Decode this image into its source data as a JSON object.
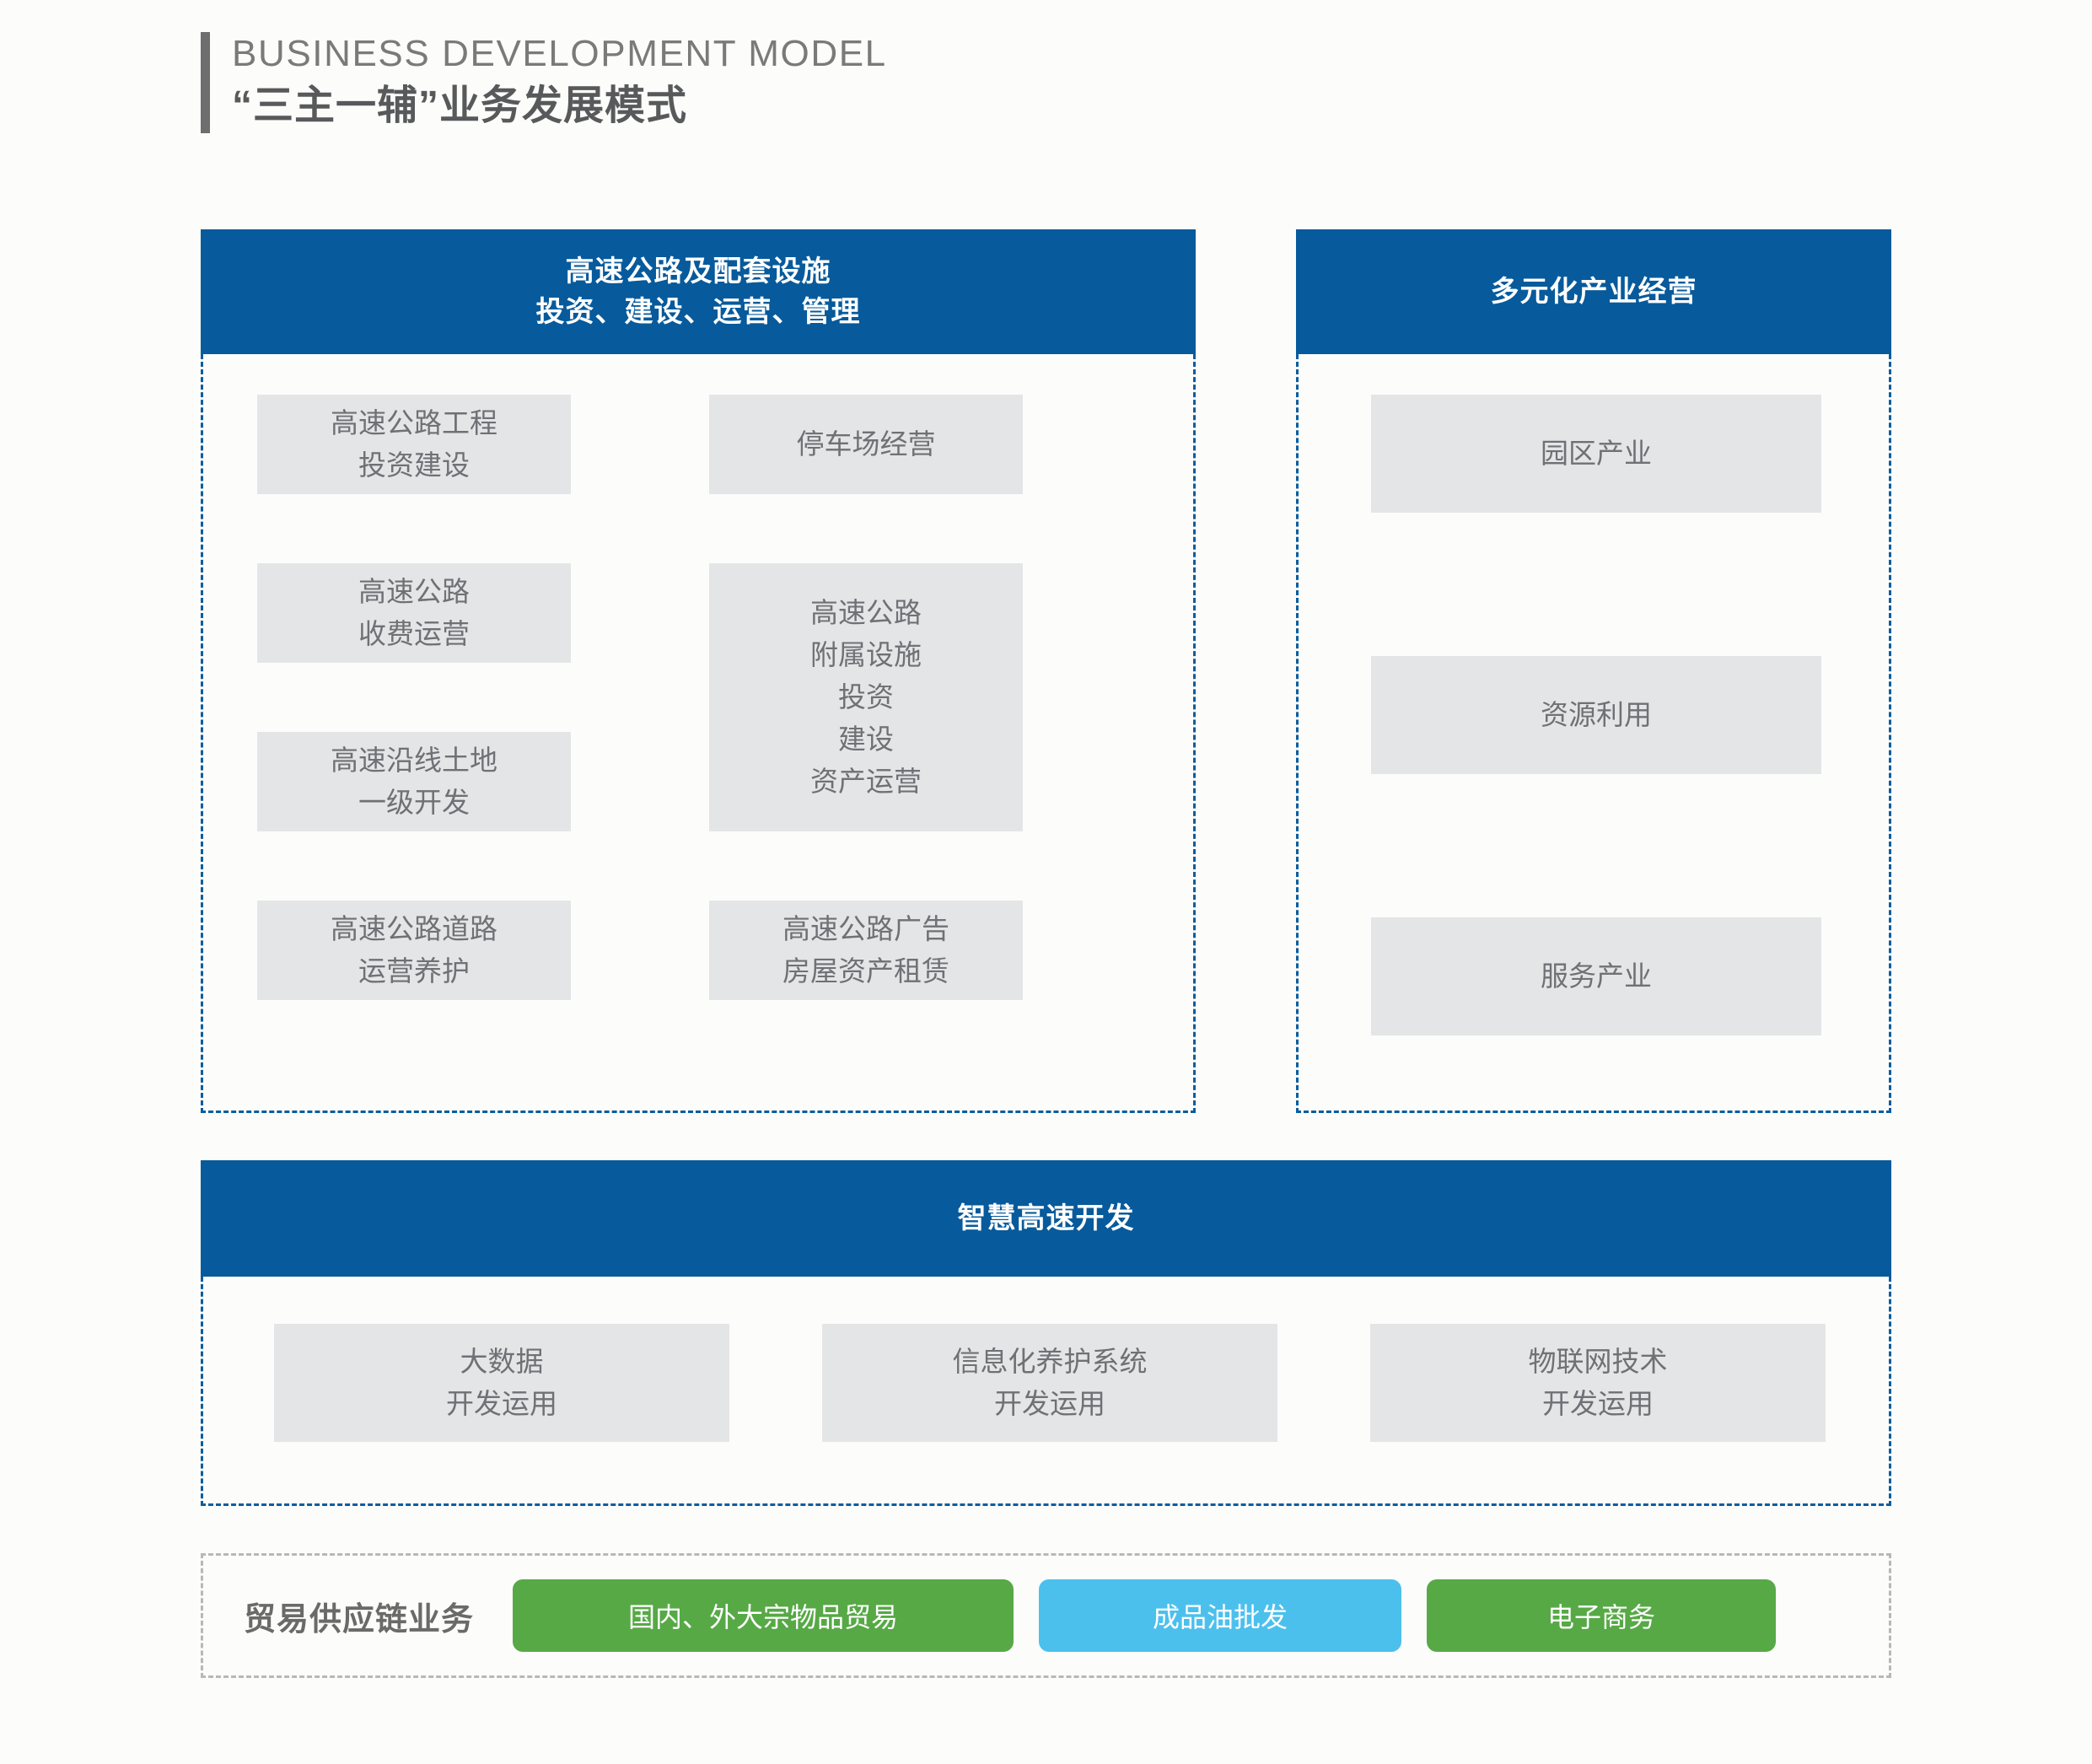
{
  "header": {
    "title_en": "BUSINESS DEVELOPMENT MODEL",
    "title_cn": "“三主一辅”业务发展模式"
  },
  "colors": {
    "blue": "#075A9B",
    "dashed_blue": "#0A5D9E",
    "tile_gray": "#E4E5E6",
    "tile_text": "#6E7175",
    "green": "#57A946",
    "light_blue": "#4CC0ED",
    "dashed_gray": "#B8B8B8",
    "background": "#FCFCFA"
  },
  "panels": {
    "highway": {
      "header_line1": "高速公路及配套设施",
      "header_line2": "投资、建设、运营、管理",
      "tiles": [
        {
          "lines": [
            "高速公路工程",
            "投资建设"
          ]
        },
        {
          "lines": [
            "停车场经营"
          ]
        },
        {
          "lines": [
            "高速公路",
            "收费运营"
          ]
        },
        {
          "lines": [
            "高速公路",
            "附属设施",
            "投资",
            "建设",
            "资产运营"
          ]
        },
        {
          "lines": [
            "高速沿线土地",
            "一级开发"
          ]
        },
        {
          "lines": [
            "高速公路道路",
            "运营养护"
          ]
        },
        {
          "lines": [
            "高速公路广告",
            "房屋资产租赁"
          ]
        }
      ]
    },
    "diversified": {
      "header_line1": "多元化产业经营",
      "tiles": [
        {
          "lines": [
            "园区产业"
          ]
        },
        {
          "lines": [
            "资源利用"
          ]
        },
        {
          "lines": [
            "服务产业"
          ]
        }
      ]
    },
    "smart": {
      "header_line1": "智慧高速开发",
      "tiles": [
        {
          "lines": [
            "大数据",
            "开发运用"
          ]
        },
        {
          "lines": [
            "信息化养护系统",
            "开发运用"
          ]
        },
        {
          "lines": [
            "物联网技术",
            "开发运用"
          ]
        }
      ]
    }
  },
  "trade": {
    "label": "贸易供应链业务",
    "pills": [
      {
        "text": "国内、外大宗物品贸易",
        "color": "green"
      },
      {
        "text": "成品油批发",
        "color": "blue"
      },
      {
        "text": "电子商务",
        "color": "green"
      }
    ]
  }
}
